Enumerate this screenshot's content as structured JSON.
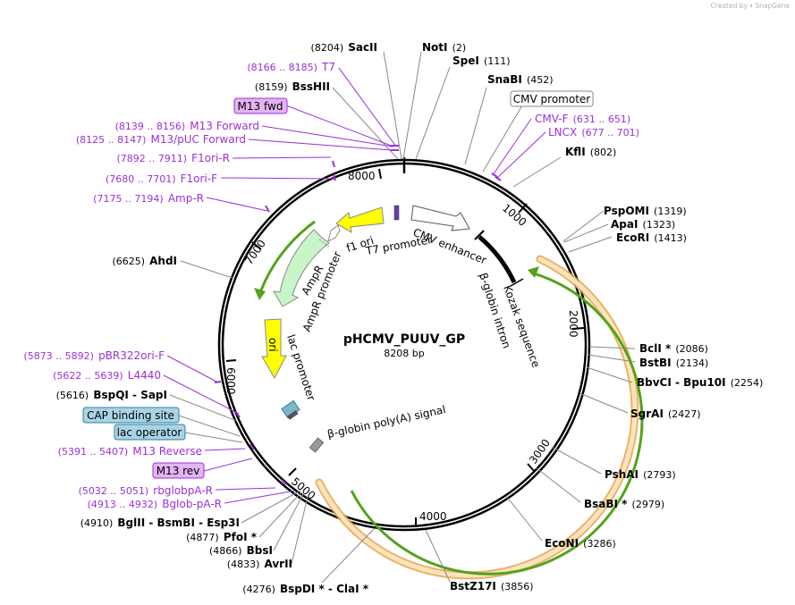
{
  "brand": {
    "prefix": "Created by",
    "name": "SnapGene"
  },
  "plasmid": {
    "name": "pHCMV_PUUV_GP",
    "size": "8208 bp"
  },
  "ticks": [
    "1000",
    "2000",
    "3000",
    "4000",
    "5000",
    "6000",
    "7000",
    "8000"
  ],
  "enzymes": [
    {
      "id": "e1",
      "pos": "(8204)",
      "name": "SacII"
    },
    {
      "id": "e2",
      "pos": "(2)",
      "name": "NotI"
    },
    {
      "id": "e3",
      "pos": "(111)",
      "name": "SpeI"
    },
    {
      "id": "e4",
      "pos": "(452)",
      "name": "SnaBI"
    },
    {
      "id": "e5",
      "pos": "(8159)",
      "name": "BssHII"
    },
    {
      "id": "e6",
      "pos": "(802)",
      "name": "KflI"
    },
    {
      "id": "e7",
      "pos": "(1319)",
      "name": "PspOMI"
    },
    {
      "id": "e8",
      "pos": "(1323)",
      "name": "ApaI"
    },
    {
      "id": "e9",
      "pos": "(1413)",
      "name": "EcoRI"
    },
    {
      "id": "e10",
      "pos": "(6625)",
      "name": "AhdI"
    },
    {
      "id": "e11",
      "pos": "(2086)",
      "name": "BclI *"
    },
    {
      "id": "e12",
      "pos": "(2134)",
      "name": "BstBI"
    },
    {
      "id": "e13",
      "pos": "(2254)",
      "name": "BbvCI  - Bpu10I"
    },
    {
      "id": "e14",
      "pos": "(2427)",
      "name": "SgrAI"
    },
    {
      "id": "e15",
      "pos": "(5616)",
      "name": "BspQI  - SapI"
    },
    {
      "id": "e16",
      "pos": "(2793)",
      "name": "PshAI"
    },
    {
      "id": "e17",
      "pos": "(2979)",
      "name": "BsaBI *"
    },
    {
      "id": "e18",
      "pos": "(3286)",
      "name": "EcoNI"
    },
    {
      "id": "e19",
      "pos": "(4910)",
      "name": "BglII  - BsmBI  - Esp3I"
    },
    {
      "id": "e20",
      "pos": "(4877)",
      "name": "PfoI *"
    },
    {
      "id": "e21",
      "pos": "(4866)",
      "name": "BbsI"
    },
    {
      "id": "e22",
      "pos": "(4833)",
      "name": "AvrII"
    },
    {
      "id": "e23",
      "pos": "(4276)",
      "name": "BspDI *  - ClaI *"
    },
    {
      "id": "e24",
      "pos": "(3856)",
      "name": "BstZ17I"
    }
  ],
  "primers": [
    {
      "id": "p1",
      "range": "(8166 .. 8185)",
      "name": "T7"
    },
    {
      "id": "p2",
      "range": "(8139 .. 8156)",
      "name": "M13 Forward"
    },
    {
      "id": "p3",
      "range": "(8125 .. 8147)",
      "name": "M13/pUC Forward"
    },
    {
      "id": "p4",
      "range": "(7892 .. 7911)",
      "name": "F1ori-R"
    },
    {
      "id": "p5",
      "range": "(7680 .. 7701)",
      "name": "F1ori-F"
    },
    {
      "id": "p6",
      "range": "(7175 .. 7194)",
      "name": "Amp-R"
    },
    {
      "id": "p7",
      "range": "(631 .. 651)",
      "name": "CMV-F"
    },
    {
      "id": "p8",
      "range": "(677 .. 701)",
      "name": "LNCX"
    },
    {
      "id": "p9",
      "range": "(5873 .. 5892)",
      "name": "pBR322ori-F"
    },
    {
      "id": "p10",
      "range": "(5622 .. 5639)",
      "name": "L4440"
    },
    {
      "id": "p11",
      "range": "(5391 .. 5407)",
      "name": "M13 Reverse"
    },
    {
      "id": "p12",
      "range": "(5032 .. 5051)",
      "name": "rbglobpA-R"
    },
    {
      "id": "p13",
      "range": "(4913 .. 4932)",
      "name": "Bglob-pA-R"
    }
  ],
  "boxed_labels": [
    {
      "id": "b1",
      "text": "M13 fwd",
      "fill": "#e3b4f5",
      "stroke": "#9b30d9"
    },
    {
      "id": "b2",
      "text": "CMV promoter",
      "fill": "#ffffff",
      "stroke": "#888888"
    },
    {
      "id": "b3",
      "text": "CAP binding site",
      "fill": "#a9d4e6",
      "stroke": "#2d7f9c"
    },
    {
      "id": "b4",
      "text": "lac operator",
      "fill": "#a9d4e6",
      "stroke": "#2d7f9c"
    },
    {
      "id": "b5",
      "text": "M13 rev",
      "fill": "#e3b4f5",
      "stroke": "#9b30d9"
    }
  ],
  "inner_labels": {
    "f1_ori": "f1 ori",
    "t7_promoter": "T7 promoter",
    "cmv_enhancer": "CMV enhancer",
    "kozak": "Kozak sequence",
    "bglobin_intron": "β-globin intron",
    "ampr": "AmpR",
    "ampr_promoter": "AmpR promoter",
    "ori": "ori",
    "lac_promoter": "lac promoter",
    "polya": "β-globin poly(A) signal"
  },
  "colors": {
    "backbone": "#000000",
    "enzyme_line": "#777777",
    "primer": "#9b30d9",
    "cds_orange": "#e8a64b",
    "cds_orange_fill": "#fde4bf",
    "green": "#52a31a",
    "ampr_fill": "#c8f5c8",
    "ori_fill": "#ffff00",
    "f1_fill": "#ffff00",
    "cmv_enh_fill": "#ffffff",
    "polya_fill": "#999999"
  }
}
